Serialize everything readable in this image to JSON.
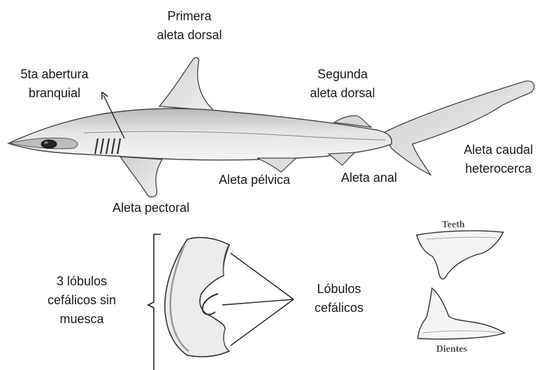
{
  "labels": {
    "first_dorsal": [
      "Primera",
      "aleta dorsal"
    ],
    "fifth_gill": [
      "5ta abertura",
      "branquial"
    ],
    "second_dorsal": [
      "Segunda",
      "aleta dorsal"
    ],
    "caudal": [
      "Aleta caudal",
      "heterocerca"
    ],
    "pelvic": "Aleta pélvica",
    "anal": "Aleta anal",
    "pectoral": "Aleta pectoral",
    "lobes_no_notch": [
      "3 lóbulos",
      "cefálicos sin",
      "muesca"
    ],
    "cephalic_lobes": [
      "Lóbulos",
      "cefálicos"
    ],
    "teeth_en": "Teeth",
    "teeth_es": "Dientes"
  }
}
